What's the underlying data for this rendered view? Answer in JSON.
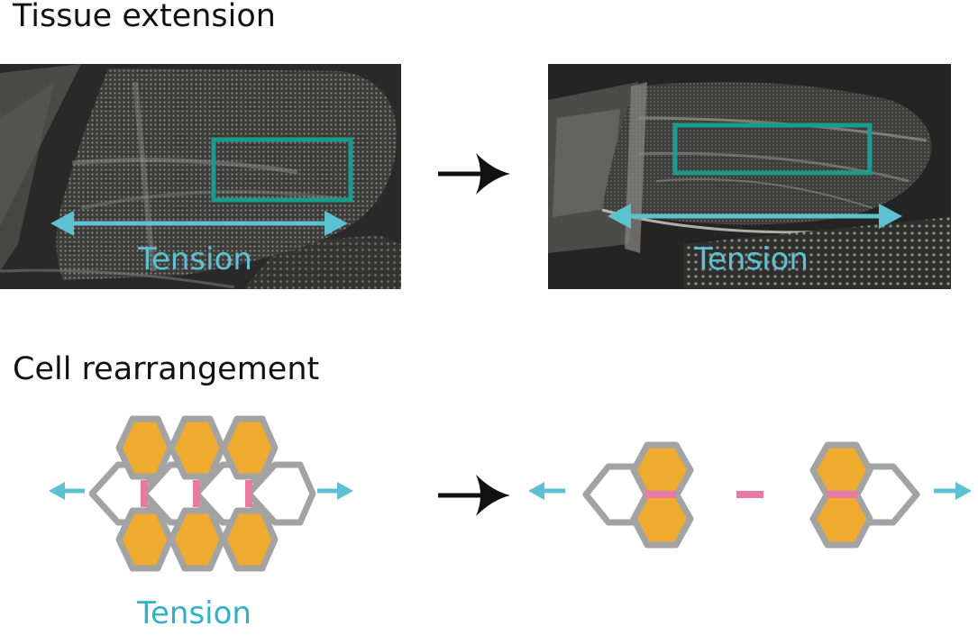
{
  "headings": {
    "tissue_extension": "Tissue extension",
    "cell_rearrangement": "Cell rearrangement"
  },
  "labels": {
    "tension_before": "Tension",
    "tension_after": "Tension",
    "tension_cells": "Tension"
  },
  "colors": {
    "tension_arrow": "#5ec1d1",
    "roi_box": "#1a9c8c",
    "cell_fill": "#efab2f",
    "cell_border": "#a3a3a3",
    "junction": "#ea7aa1",
    "process_arrow": "#111111"
  }
}
